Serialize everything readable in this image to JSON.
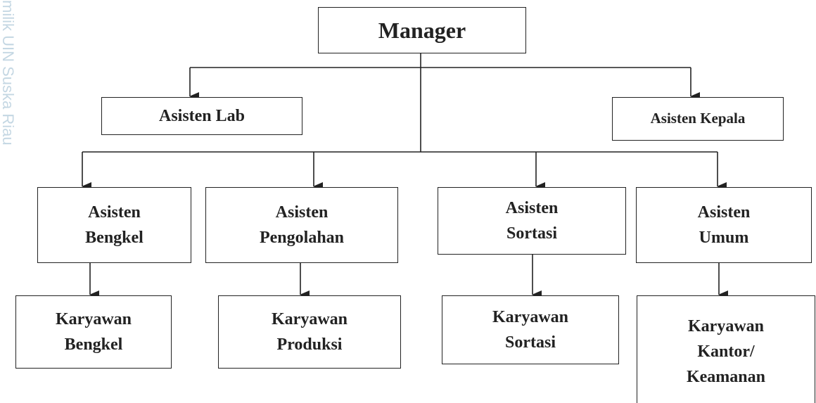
{
  "watermark": "milik UIN Suska Riau",
  "nodes": {
    "manager": [
      "Manager"
    ],
    "asisten_lab": [
      "Asisten Lab"
    ],
    "asisten_kepala": [
      "Asisten Kepala"
    ],
    "asisten_bengkel": [
      "Asisten",
      "Bengkel"
    ],
    "asisten_pengolahan": [
      "Asisten",
      "Pengolahan"
    ],
    "asisten_sortasi": [
      "Asisten",
      "Sortasi"
    ],
    "asisten_umum": [
      "Asisten",
      "Umum"
    ],
    "karyawan_bengkel": [
      "Karyawan",
      "Bengkel"
    ],
    "karyawan_produksi": [
      "Karyawan",
      "Produksi"
    ],
    "karyawan_sortasi": [
      "Karyawan",
      "Sortasi"
    ],
    "karyawan_kantor": [
      "Karyawan",
      "Kantor/",
      "Keamanan"
    ]
  },
  "edges": [
    [
      "manager",
      "asisten_lab"
    ],
    [
      "manager",
      "asisten_kepala"
    ],
    [
      "manager",
      "asisten_bengkel"
    ],
    [
      "manager",
      "asisten_pengolahan"
    ],
    [
      "manager",
      "asisten_sortasi"
    ],
    [
      "manager",
      "asisten_umum"
    ],
    [
      "asisten_bengkel",
      "karyawan_bengkel"
    ],
    [
      "asisten_pengolahan",
      "karyawan_produksi"
    ],
    [
      "asisten_sortasi",
      "karyawan_sortasi"
    ],
    [
      "asisten_umum",
      "karyawan_kantor"
    ]
  ],
  "colors": {
    "line": "#222222",
    "watermark": "#5a8fb0"
  }
}
